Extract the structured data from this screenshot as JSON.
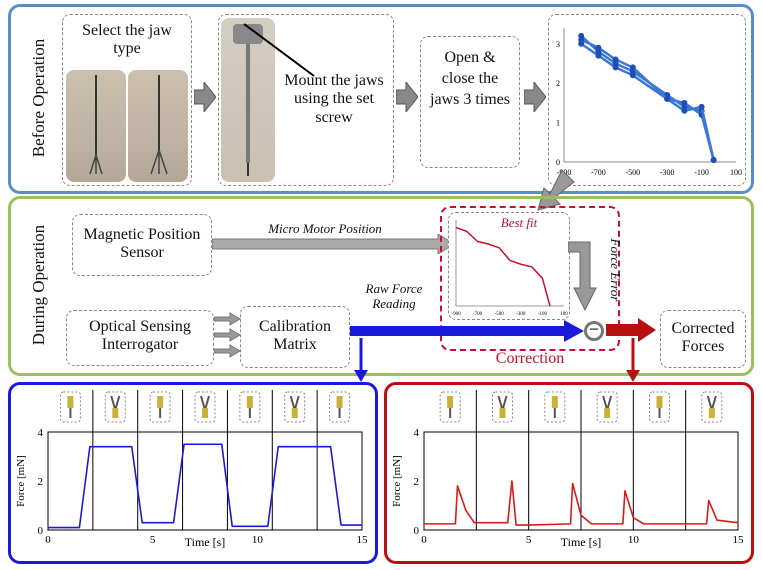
{
  "before": {
    "section_label": "Before Operation",
    "select_jaw": "Select the jaw type",
    "mount_jaws": "Mount the jaws using the set screw",
    "open_close": "Open & close the jaws 3 times"
  },
  "during": {
    "section_label": "During Operation",
    "magnetic_sensor": "Magnetic Position Sensor",
    "optical_interrogator": "Optical Sensing Interrogator",
    "calibration_matrix": "Calibration Matrix",
    "micro_motor_position": "Micro Motor Position",
    "raw_force_reading": "Raw Force Reading",
    "best_fit": "Best fit",
    "force_error": "Force Error",
    "correction": "Correction",
    "corrected_forces": "Corrected Forces",
    "minus_symbol": "−"
  },
  "colors": {
    "before_border": "#5b8ec9",
    "during_border": "#9cbf5f",
    "raw_blue": "#1a1adb",
    "correction_red": "#c8102e"
  },
  "chart_data": [
    {
      "type": "line",
      "id": "calibration-runs",
      "x": [
        -800,
        -700,
        -600,
        -500,
        -300,
        -200,
        -100,
        -30
      ],
      "series": [
        {
          "values": [
            3.2,
            2.8,
            2.5,
            2.3,
            1.7,
            1.4,
            1.3,
            0.05
          ]
        },
        {
          "values": [
            3.1,
            2.9,
            2.6,
            2.4,
            1.6,
            1.5,
            1.2,
            0.05
          ]
        },
        {
          "values": [
            3.0,
            2.7,
            2.4,
            2.2,
            1.6,
            1.3,
            1.4,
            0.05
          ]
        }
      ],
      "xticks": [
        "-900",
        "-700",
        "-500",
        "-300",
        "-100",
        "100"
      ],
      "yticks": [
        "0",
        "1",
        "2",
        "3"
      ],
      "xlim": [
        -900,
        100
      ],
      "ylim": [
        0,
        3.4
      ],
      "color": "#3b78d8"
    },
    {
      "type": "line",
      "id": "best-fit",
      "x": [
        -900,
        -800,
        -700,
        -600,
        -500,
        -400,
        -300,
        -200,
        -100,
        -30
      ],
      "values": [
        3.1,
        2.95,
        2.55,
        2.45,
        2.3,
        1.8,
        1.65,
        1.55,
        1.1,
        0.0
      ],
      "xticks": [
        "-900",
        "-700",
        "-500",
        "-300",
        "-100",
        "100"
      ],
      "xlim": [
        -900,
        100
      ],
      "ylim": [
        0,
        3.4
      ],
      "color": "#c8102e"
    },
    {
      "type": "line",
      "id": "raw-force",
      "x": [
        0,
        1.5,
        2.0,
        4.0,
        4.5,
        6.0,
        6.5,
        8.3,
        8.8,
        10.5,
        11.0,
        13.5,
        14.0,
        15.0
      ],
      "values": [
        0.1,
        0.1,
        3.4,
        3.4,
        0.3,
        0.3,
        3.5,
        3.5,
        0.15,
        0.15,
        3.4,
        3.4,
        0.2,
        0.2
      ],
      "xticks": [
        "0",
        "5",
        "10",
        "15"
      ],
      "yticks": [
        "0",
        "2",
        "4"
      ],
      "xlim": [
        0,
        15
      ],
      "ylim": [
        0,
        4
      ],
      "xlabel": "Time [s]",
      "ylabel": "Force [mN]",
      "color": "#1a1adb"
    },
    {
      "type": "line",
      "id": "corrected-force",
      "x": [
        0,
        1.5,
        1.6,
        2.0,
        2.4,
        4.0,
        4.2,
        4.4,
        5.0,
        7.0,
        7.1,
        7.5,
        8.0,
        9.5,
        9.6,
        10.0,
        10.5,
        13.5,
        13.6,
        14.0,
        15.0
      ],
      "values": [
        0.25,
        0.25,
        1.8,
        0.8,
        0.3,
        0.3,
        2.0,
        0.2,
        0.2,
        0.25,
        1.9,
        0.6,
        0.25,
        0.25,
        1.6,
        0.5,
        0.25,
        0.25,
        1.2,
        0.4,
        0.3
      ],
      "xticks": [
        "0",
        "5",
        "10",
        "15"
      ],
      "yticks": [
        "0",
        "2",
        "4"
      ],
      "xlim": [
        0,
        15
      ],
      "ylim": [
        0,
        4
      ],
      "xlabel": "Time [s]",
      "ylabel": "Force [mN]",
      "color": "#d81b1b"
    }
  ]
}
